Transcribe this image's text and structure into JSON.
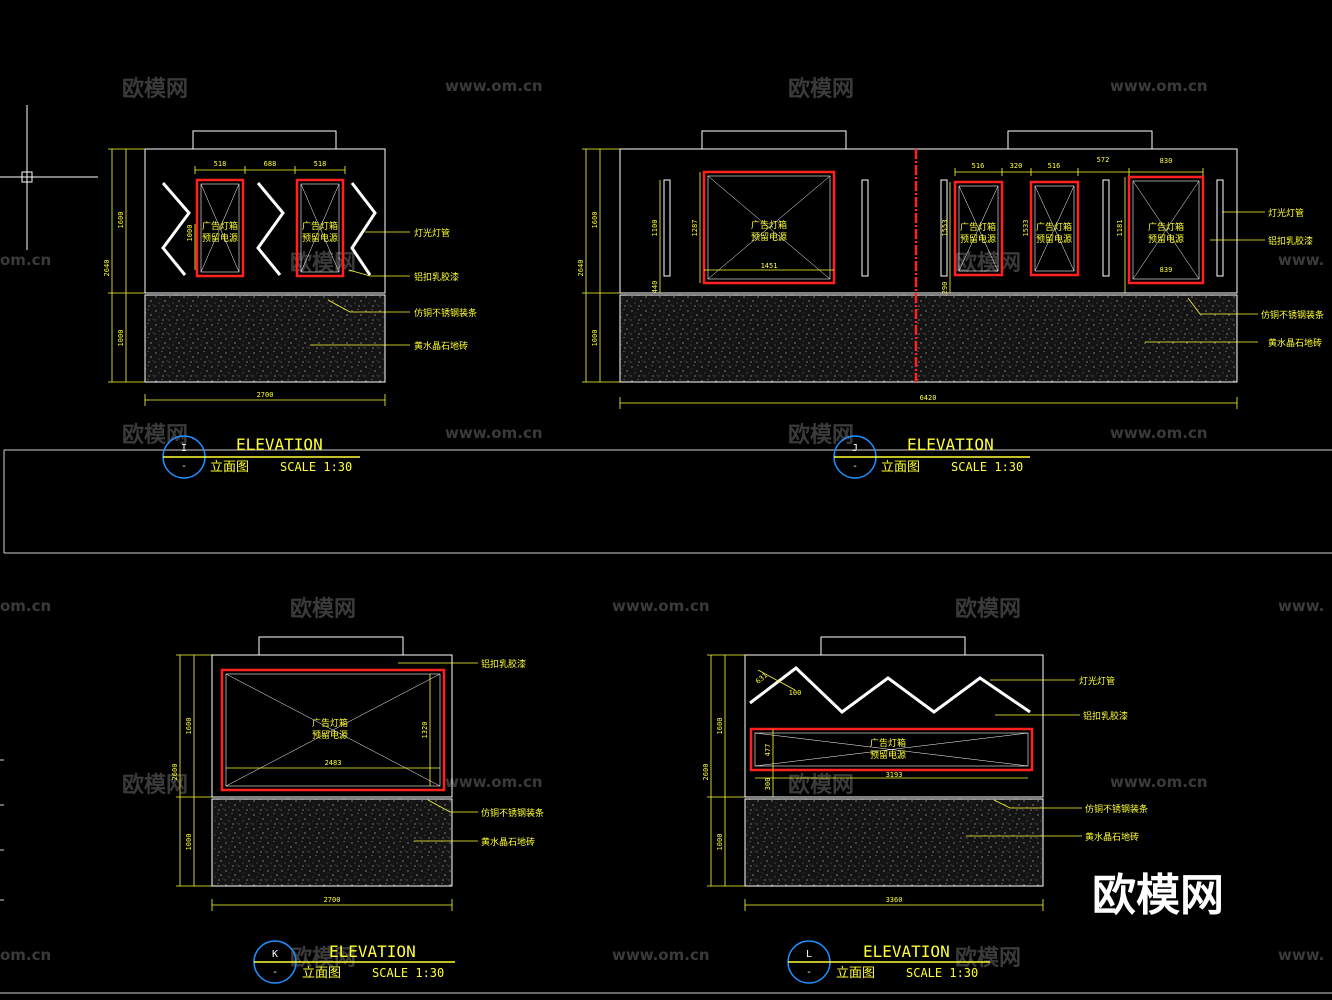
{
  "watermarks": {
    "cn_logo": "欧模网",
    "url": "www.om.cn",
    "url_partial": "om.cn",
    "url_prefix": "www."
  },
  "brand_logo": "欧模网",
  "colors": {
    "background": "#000000",
    "frame": "#ffffff",
    "annotation": "#ffff33",
    "highlight": "#ff2020",
    "callout_circle": "#1e90ff"
  },
  "common": {
    "elevation_label": "ELEVATION",
    "cn_label": "立面图",
    "scale_label": "SCALE 1:30",
    "dash": "-"
  },
  "panels": {
    "I": {
      "tag": "I",
      "dims_top": [
        "518",
        "688",
        "518"
      ],
      "dim_height_upper": "1600",
      "dim_height_total": "2640",
      "dim_height_lower": "1000",
      "dim_width": "2700",
      "inner_height": "1000",
      "box_text_1": "广告灯箱",
      "box_text_2": "预留电源",
      "notes": [
        "灯光灯管",
        "铝扣乳胶漆",
        "仿铜不锈钢装条",
        "黄水晶石地砖"
      ]
    },
    "J": {
      "tag": "J",
      "dims_top": [
        "516",
        "320",
        "516",
        "572",
        "830"
      ],
      "dim_height_upper": "1600",
      "dim_height_total": "2640",
      "dim_height_lower": "1000",
      "dim_width": "6420",
      "left_heights": [
        "1100",
        "1287",
        "440"
      ],
      "left_width": "1451",
      "right_heights": [
        "1553",
        "1533",
        "1181",
        "290"
      ],
      "right_width": "839",
      "box_text_1": "广告灯箱",
      "box_text_2": "预留电源",
      "notes": [
        "灯光灯管",
        "铝扣乳胶漆",
        "仿铜不锈钢装条",
        "黄水晶石地砖"
      ]
    },
    "K": {
      "tag": "K",
      "dim_height_upper": "1600",
      "dim_height_total": "2600",
      "dim_height_lower": "1000",
      "dim_width": "2700",
      "inner_width": "2483",
      "inner_height": "1320",
      "box_text_1": "广告灯箱",
      "box_text_2": "预留电源",
      "notes": [
        "铝扣乳胶漆",
        "仿铜不锈钢装条",
        "黄水晶石地砖"
      ]
    },
    "L": {
      "tag": "L",
      "dim_height_upper": "1600",
      "dim_height_total": "2600",
      "dim_height_lower": "1000",
      "dim_width": "3360",
      "diag_dim_1": "631",
      "diag_dim_2": "100",
      "inner_height": "477",
      "inner_bottom": "300",
      "inner_width": "3193",
      "box_text_1": "广告灯箱",
      "box_text_2": "预留电源",
      "notes": [
        "灯光灯管",
        "铝扣乳胶漆",
        "仿铜不锈钢装条",
        "黄水晶石地砖"
      ]
    }
  }
}
